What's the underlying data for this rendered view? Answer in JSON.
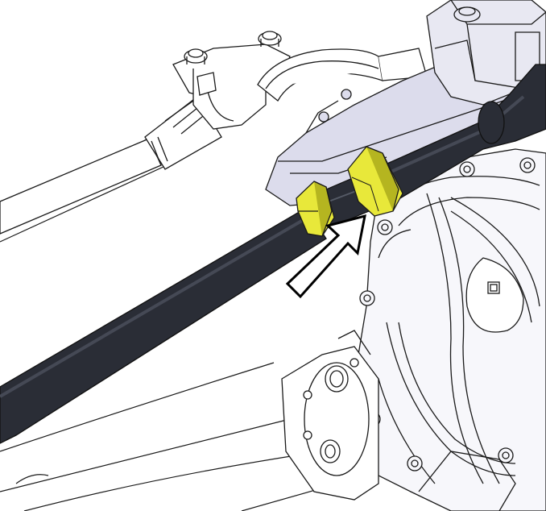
{
  "diagram": {
    "background": "#ffffff",
    "line_color": "#1a1a1a",
    "hose_color": "#2a2d36",
    "hose_highlight": "#454955",
    "nut_color": "#e8e83a",
    "nut_shade": "#b5b520",
    "bracket_fill": "#dcdcec",
    "housing_fill": "#f4f4f8",
    "callout_arrow_fill": "#ffffff",
    "callout_arrow_stroke": "#000000",
    "icons": [
      "callout-arrow",
      "hex-nut",
      "fitting-union"
    ]
  }
}
